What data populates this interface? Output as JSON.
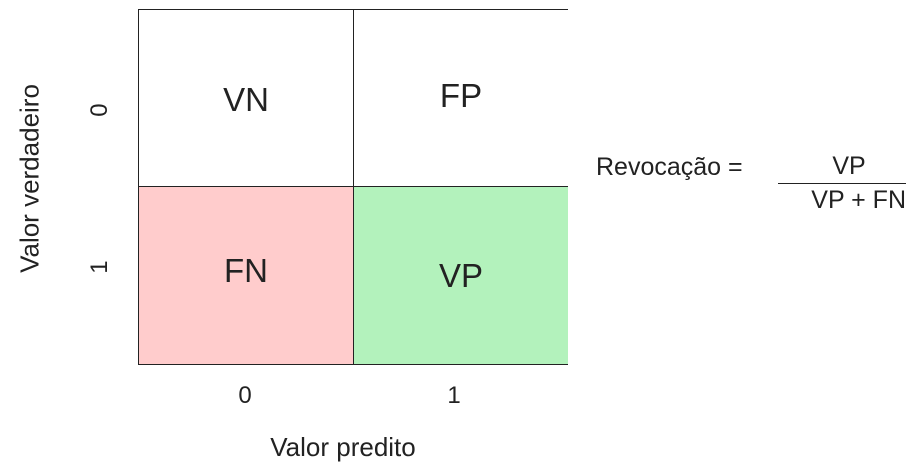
{
  "matrix": {
    "cells": {
      "tn": "VN",
      "fp": "FP",
      "fn": "FN",
      "tp": "VP"
    },
    "colors": {
      "tn": "#ffffff",
      "fp": "#ffffff",
      "fn": "#ffcccc",
      "tp": "#b3f2bc"
    },
    "x_ticks": [
      "0",
      "1"
    ],
    "y_ticks": [
      "0",
      "1"
    ],
    "x_label": "Valor predito",
    "y_label": "Valor verdadeiro"
  },
  "formula": {
    "label": "Revocação =",
    "numerator": "VP",
    "denominator": "VP + FN"
  }
}
